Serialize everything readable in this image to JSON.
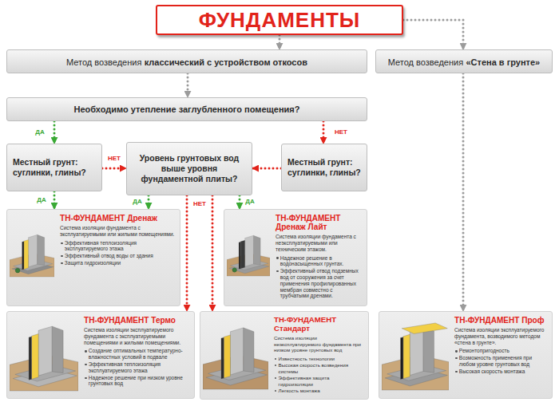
{
  "diagram": {
    "nodes": [
      {
        "text": [
          "ФУНДАМЕНТЫ"
        ]
      },
      {
        "text": [
          "Метод возведения",
          "классический с устройством откосов"
        ]
      },
      {
        "text": [
          "Метод возведения",
          "«Стена в грунте»"
        ]
      },
      {
        "text": [
          "Необходимо утепление заглубленного помещения?"
        ]
      },
      {
        "text": [
          "Местный грунт: суглинки, глины?"
        ]
      },
      {
        "text": [
          "Уровень грунтовых вод выше уровня фундаментной плиты?"
        ]
      },
      {
        "text": [
          "Местный грунт: суглинки, глины?"
        ]
      },
      {
        "text": [
          "ТН-ФУНДАМЕНТ Дренаж",
          "Система изоляции фундамента с эксплуатируемыми или жилыми помещениями.",
          "Эффективная теплоизоляция эксплуатируемого этажа",
          "Эффективный отвод воды от здания",
          "Защита гидроизоляции"
        ]
      },
      {
        "text": [
          "ТН-ФУНДАМЕНТ Дренаж Лайт",
          "Система изоляции фундамента с неэксплуатируемыми или техническим этажом.",
          "Надежное решение в водонасыщенных грунтах.",
          "Эффективный отвод подземных вод от сооружения за счет применения профилированных мембран совместно с трубчатыми дренами."
        ]
      },
      {
        "text": [
          "ТН-ФУНДАМЕНТ Термо",
          "Система изоляции эксплуатируемого фундамента с эксплуатируемыми помещениями и жилыми помещениями.",
          "Создание оптимальных температурно-влажностных условий в подвале",
          "Эффективная теплоизоляция эксплуатируемого этажа",
          "Надежное решение при низком уровне грунтовых вод"
        ]
      },
      {
        "text": [
          "ТН-ФУНДАМЕНТ Стандарт",
          "Система изоляции неэксплуатируемого фундамента при низком уровне грунтовых вод",
          "Известность технологии",
          "Высокая скорость возведения системы",
          "Эффективная защита гидроизоляции",
          "Легкость монтажа"
        ]
      },
      {
        "text": [
          "ТН-ФУНДАМЕНТ Проф",
          "Система изоляции эксплуатируемого фундамента, возводимого методом «стена в грунте».",
          "Ремонтопригодность",
          "Возможность применения при любом уровне грунтовых вод",
          "Высокая скорость монтажа"
        ]
      }
    ],
    "edges": [
      {
        "from": 0,
        "to": 1,
        "arrow": "to"
      },
      {
        "from": 0,
        "to": 2,
        "arrow": "to"
      },
      {
        "from": 1,
        "to": 3,
        "arrow": "to"
      },
      {
        "from": 3,
        "to": 4,
        "label": "ДА",
        "arrow": "to"
      },
      {
        "from": 3,
        "to": 6,
        "label": "НЕТ",
        "arrow": "to"
      },
      {
        "from": 4,
        "to": 5,
        "label": "НЕТ",
        "arrow": "to"
      },
      {
        "from": 6,
        "to": 5,
        "arrow": "to"
      },
      {
        "from": 4,
        "to": 7,
        "label": "ДА",
        "arrow": "to"
      },
      {
        "from": 5,
        "to": 7,
        "label": "ДА",
        "arrow": "to"
      },
      {
        "from": 5,
        "to": 9,
        "arrow": "to"
      },
      {
        "from": 5,
        "to": 10,
        "label": "НЕТ",
        "arrow": "to"
      },
      {
        "from": 5,
        "to": 8,
        "label": "ДА",
        "arrow": "to"
      },
      {
        "from": 2,
        "to": 11,
        "arrow": "to"
      }
    ]
  }
}
